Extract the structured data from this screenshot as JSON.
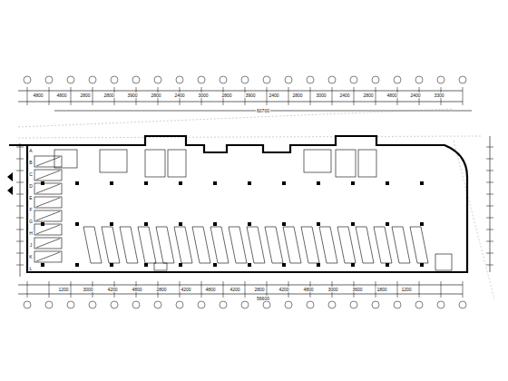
{
  "diagram": {
    "labels": [
      "4800",
      "4800",
      "2800",
      "2800",
      "3900",
      "2800",
      "2400",
      "3000",
      "2800",
      "3900",
      "2400",
      "2800",
      "3000",
      "2400",
      "2800",
      "4800",
      "2400",
      "3300",
      "A",
      "B",
      "C",
      "D",
      "E",
      "F",
      "G",
      "H",
      "J",
      "K",
      "L",
      "1200",
      "3000",
      "4200",
      "4800",
      "2800",
      "4200",
      "4800",
      "4200",
      "2800",
      "4200",
      "4800",
      "3000",
      "3600",
      "1800",
      "1200",
      "60700",
      "56600"
    ]
  }
}
